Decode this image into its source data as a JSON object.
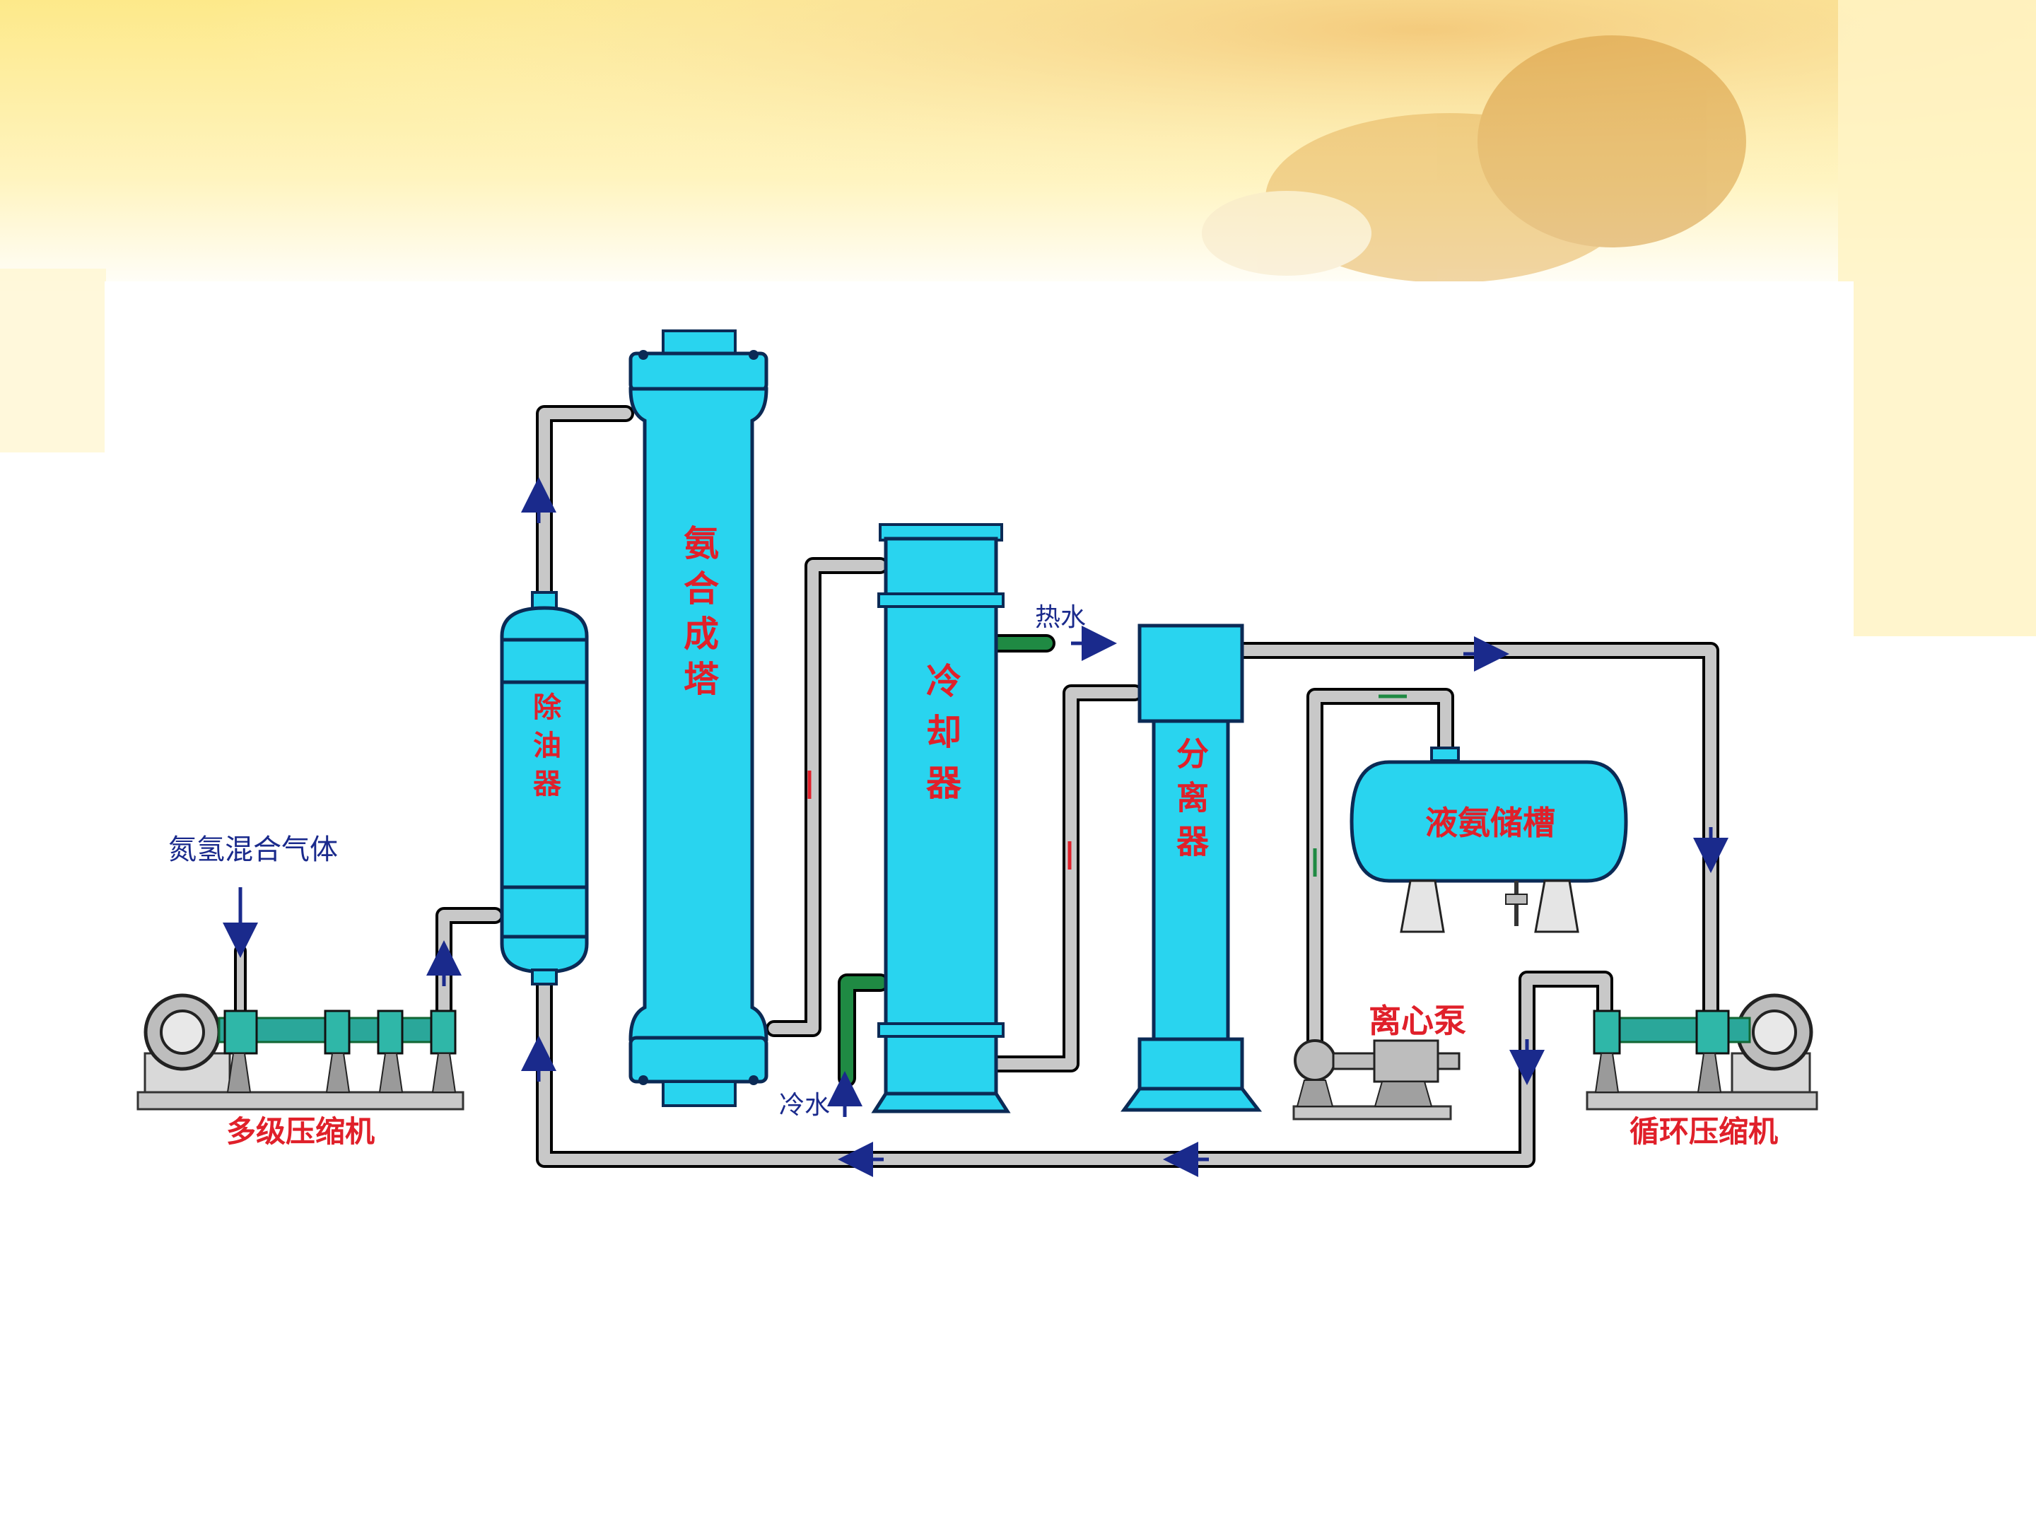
{
  "equipment": {
    "multistage_compressor": "多级压缩机",
    "oil_remover": "除油器",
    "synthesis_tower": "氨合成塔",
    "cooler": "冷却器",
    "separator": "分离器",
    "liquid_ammonia_tank": "液氨储槽",
    "centrifugal_pump": "离心泵",
    "recycle_compressor": "循环压缩机"
  },
  "labels": {
    "feed_gas": "氮氢混合气体",
    "hot_water": "热水",
    "cold_water": "冷水"
  },
  "colors": {
    "vessel": "#29d4ef",
    "vessel_outline": "#0b2a55",
    "pipe": "#c8c8c8",
    "label_red": "#e0202a",
    "label_blue": "#1a2a8c",
    "water_pipe": "#1f8a43"
  }
}
